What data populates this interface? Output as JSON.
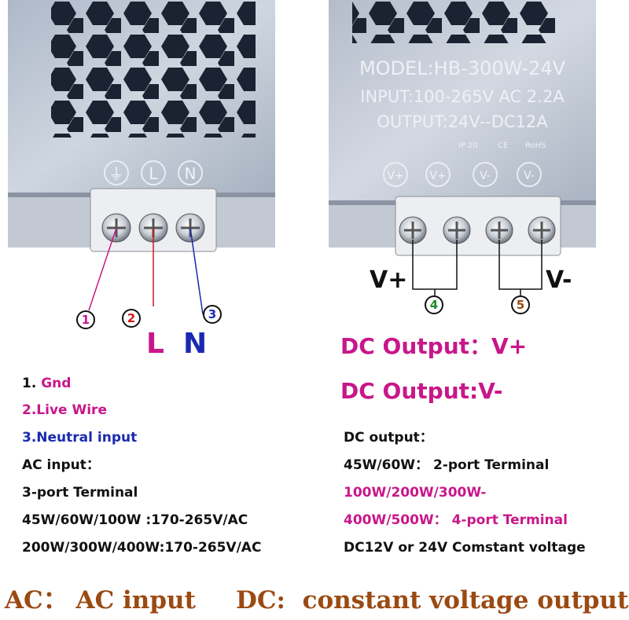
{
  "left_photo": {
    "terminal_symbols": [
      "⏚",
      "L",
      "N"
    ]
  },
  "right_photo": {
    "label_lines": [
      "MODEL:HB-300W-24V",
      "INPUT:100-265V AC 2.2A",
      "OUTPUT:24V--DC12A"
    ],
    "small_marks": [
      "IP 20",
      "CE",
      "RoHS"
    ],
    "terminal_symbols": [
      "V+",
      "V+",
      "V-",
      "V-"
    ]
  },
  "callouts": {
    "c1": "1",
    "c2": "2",
    "c3": "3",
    "c4": "4",
    "c5": "5",
    "L": "L",
    "N": "N",
    "v_plus": "V+",
    "v_minus": "V-"
  },
  "headings": {
    "dc_plus": "DC Output：V+",
    "dc_minus": "DC Output:V-"
  },
  "left_text": {
    "gnd_num": "1. ",
    "gnd": "Gnd",
    "live": "2.Live Wire",
    "neutral_num": "3.",
    "neutral": "Neutral input",
    "ac_input": "AC input：",
    "port3": "3-port Terminal",
    "w1": "45W/60W/100W :170-265V/AC",
    "w2": "200W/300W/400W:170-265V/AC"
  },
  "right_text": {
    "dc_output": "DC output：",
    "r1": "45W/60W： 2-port Terminal",
    "r2": "100W/200W/300W-",
    "r3": "400W/500W： 4-port Terminal",
    "r4": "DC12V or 24V Comstant voltage"
  },
  "footer": {
    "ac": "AC： AC input",
    "dc": "DC:  constant voltage output"
  },
  "colors": {
    "pink": "#c8178a",
    "blue": "#1a2ab0",
    "brown": "#9a4a12",
    "green": "#1e8a2e",
    "metal": "#b9c2cf"
  }
}
